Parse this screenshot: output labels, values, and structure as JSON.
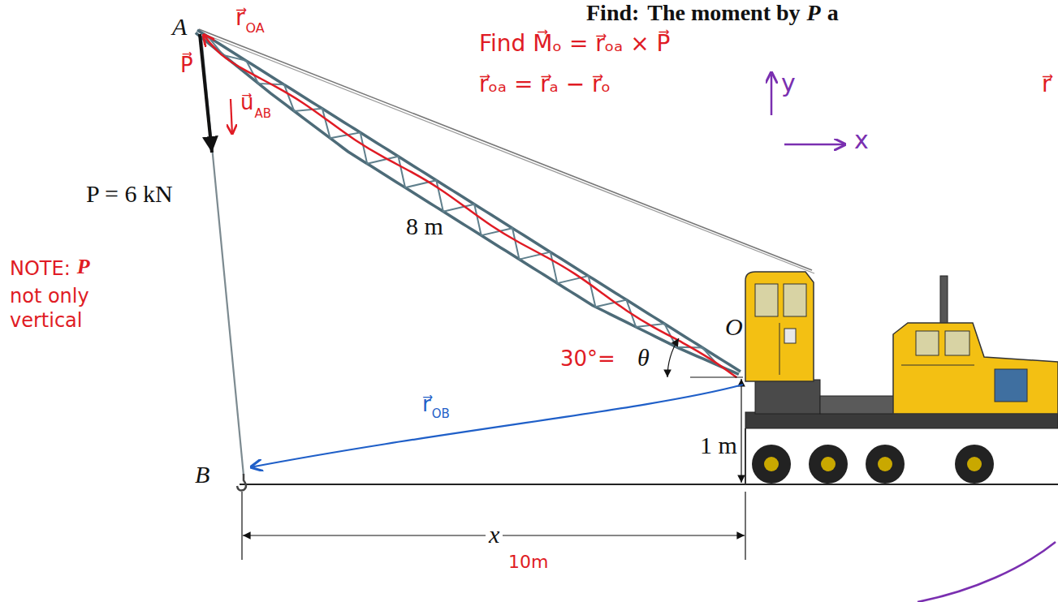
{
  "diagram": {
    "labels": [
      "Find:",
      "The moment by",
      "P",
      "a",
      "Find M⃗ₒ = r⃗ₒₐ × P⃗",
      "r⃗ₒₐ = r⃗ₐ − r⃗ₒ",
      "r⃗",
      "A",
      "r⃗",
      "OA",
      "P⃗",
      "u⃗",
      "AB",
      "P = 6 kN",
      "8 m",
      "y",
      "x",
      "NOTE:",
      "P⃗",
      "not only vertical",
      "30°=",
      "θ",
      "O",
      "r⃗",
      "OB",
      "1 m",
      "B",
      "x",
      "10m"
    ]
  }
}
